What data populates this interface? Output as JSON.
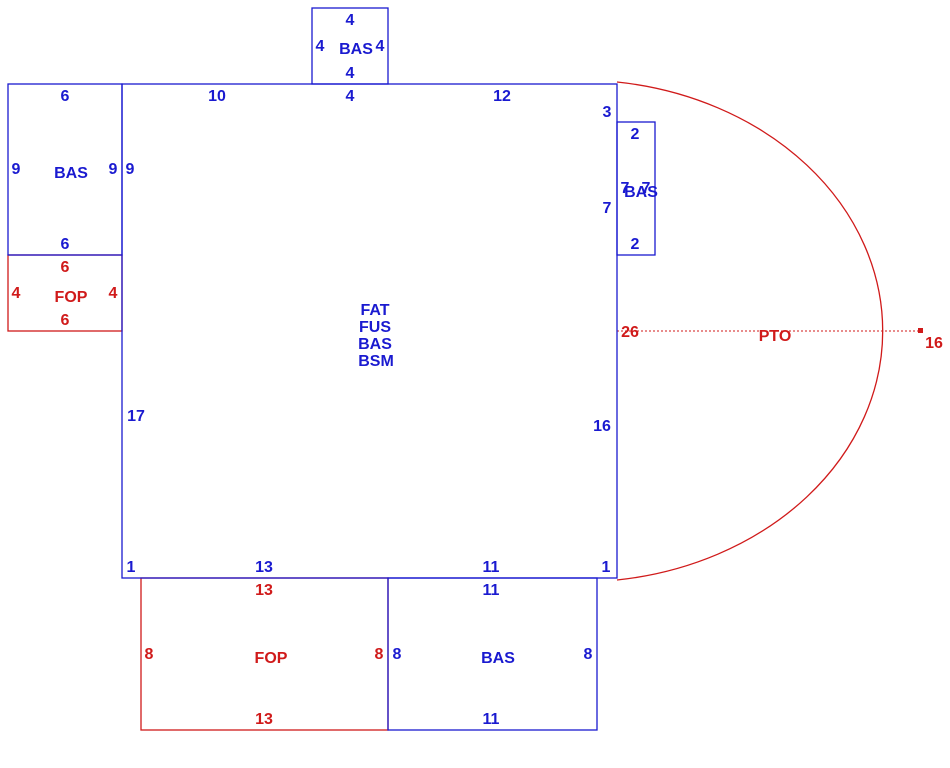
{
  "colors": {
    "living": "#1a1ad0",
    "porch": "#d01a1a",
    "background": "#ffffff"
  },
  "areas": {
    "main": {
      "codes": [
        "FAT",
        "FUS",
        "BAS",
        "BSM"
      ],
      "top_left": "10",
      "top_mid": "4",
      "top_right": "12",
      "left": "17",
      "left_upper": "9",
      "right": "16",
      "right_upper": "3",
      "right_lower": "7",
      "bottom_left": "13",
      "bottom_right": "11",
      "corner_bl": "1",
      "corner_br": "1"
    },
    "top_bas": {
      "code": "BAS",
      "top": "4",
      "bottom": "4",
      "left": "4",
      "right": "4"
    },
    "left_bas": {
      "code": "BAS",
      "top": "6",
      "bottom": "6",
      "left": "9",
      "right": "9"
    },
    "left_fop": {
      "code": "FOP",
      "top": "6",
      "bottom": "6",
      "left": "4",
      "right": "4"
    },
    "right_bas": {
      "code": "BAS",
      "top": "2",
      "bottom": "2",
      "left": "7",
      "right": "7"
    },
    "bottom_fop": {
      "code": "FOP",
      "top": "13",
      "bottom": "13",
      "left": "8",
      "right": "8"
    },
    "bottom_bas": {
      "code": "BAS",
      "top": "11",
      "bottom": "11",
      "left": "8",
      "right": "8"
    },
    "pto": {
      "code": "PTO",
      "diameter": "26",
      "radius": "16"
    }
  }
}
